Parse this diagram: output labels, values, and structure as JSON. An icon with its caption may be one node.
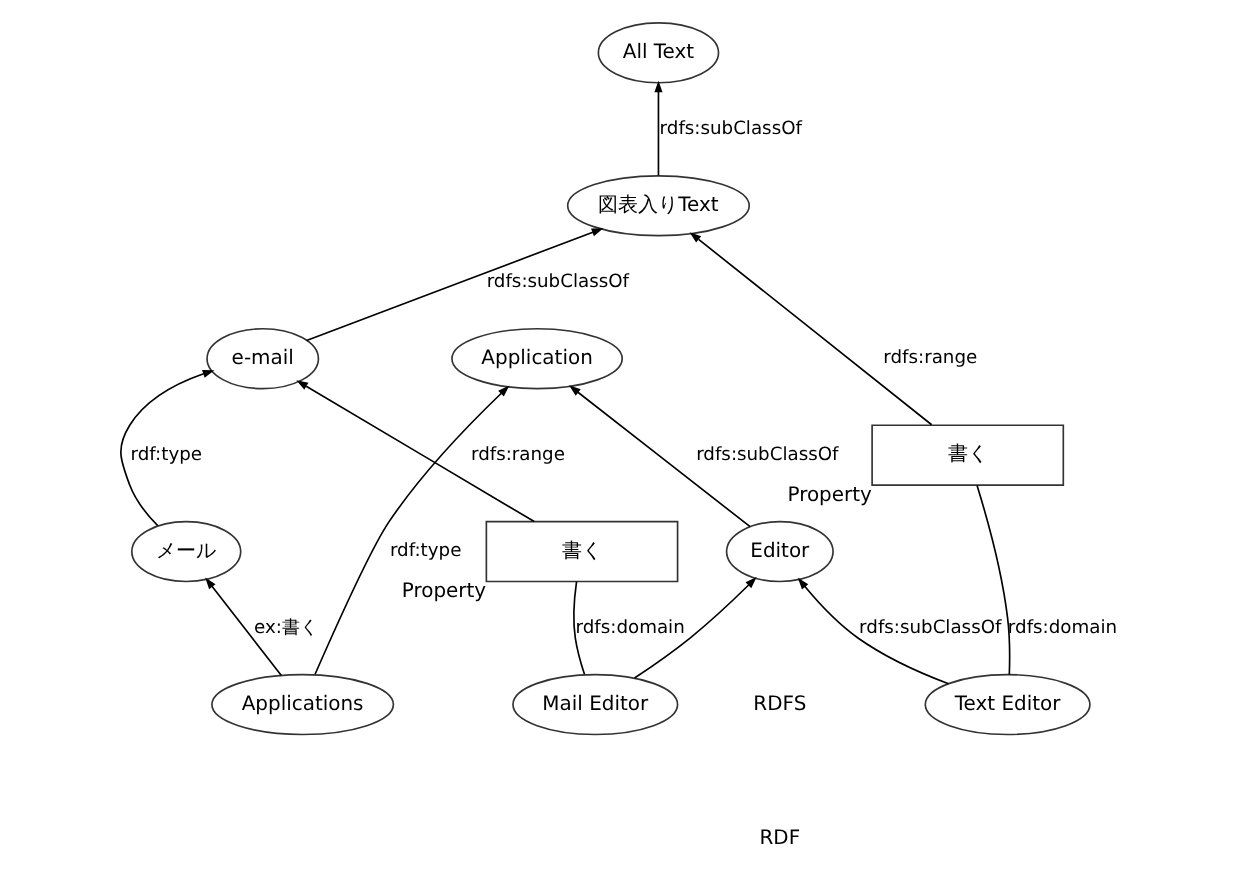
{
  "diagram": {
    "nodes": [
      {
        "text": [
          "All Text"
        ]
      },
      {
        "text": [
          "Text Editor"
        ]
      },
      {
        "text": [
          "書く"
        ],
        "beside": [
          "Property"
        ]
      },
      {
        "text": [
          "図表入りText"
        ]
      },
      {
        "text": [
          "Editor"
        ]
      },
      {
        "text": [
          "Mail Editor"
        ]
      },
      {
        "text": [
          "書く"
        ],
        "beside": [
          "Property"
        ]
      },
      {
        "text": [
          "e-mail"
        ]
      },
      {
        "text": [
          "Application"
        ]
      },
      {
        "text": [
          "Applications"
        ]
      },
      {
        "text": [
          "メール"
        ]
      }
    ],
    "edges": [
      {
        "from": 3,
        "to": 0,
        "arrow": "to",
        "label": "rdfs:subClassOf"
      },
      {
        "from": 1,
        "to": 2,
        "arrow": "none",
        "label": "rdfs:domain"
      },
      {
        "from": 2,
        "to": 3,
        "arrow": "to",
        "label": "rdfs:range"
      },
      {
        "from": 1,
        "to": 4,
        "arrow": "to",
        "label": "rdfs:subClassOf"
      },
      {
        "from": 5,
        "to": 4,
        "arrow": "to"
      },
      {
        "from": 5,
        "to": 6,
        "arrow": "none",
        "label": "rdfs:domain"
      },
      {
        "from": 6,
        "to": 7,
        "arrow": "to",
        "label": "rdfs:range"
      },
      {
        "from": 7,
        "to": 3,
        "arrow": "to",
        "label": "rdfs:subClassOf"
      },
      {
        "from": 4,
        "to": 8,
        "arrow": "to",
        "label": "rdfs:subClassOf"
      },
      {
        "from": 9,
        "to": 8,
        "arrow": "to",
        "label": "rdf:type"
      },
      {
        "from": 9,
        "to": 10,
        "arrow": "to",
        "label": "ex:書く"
      },
      {
        "from": 10,
        "to": 7,
        "arrow": "to",
        "label": "rdf:type"
      }
    ],
    "labels": [
      "RDFS",
      "RDF"
    ]
  }
}
